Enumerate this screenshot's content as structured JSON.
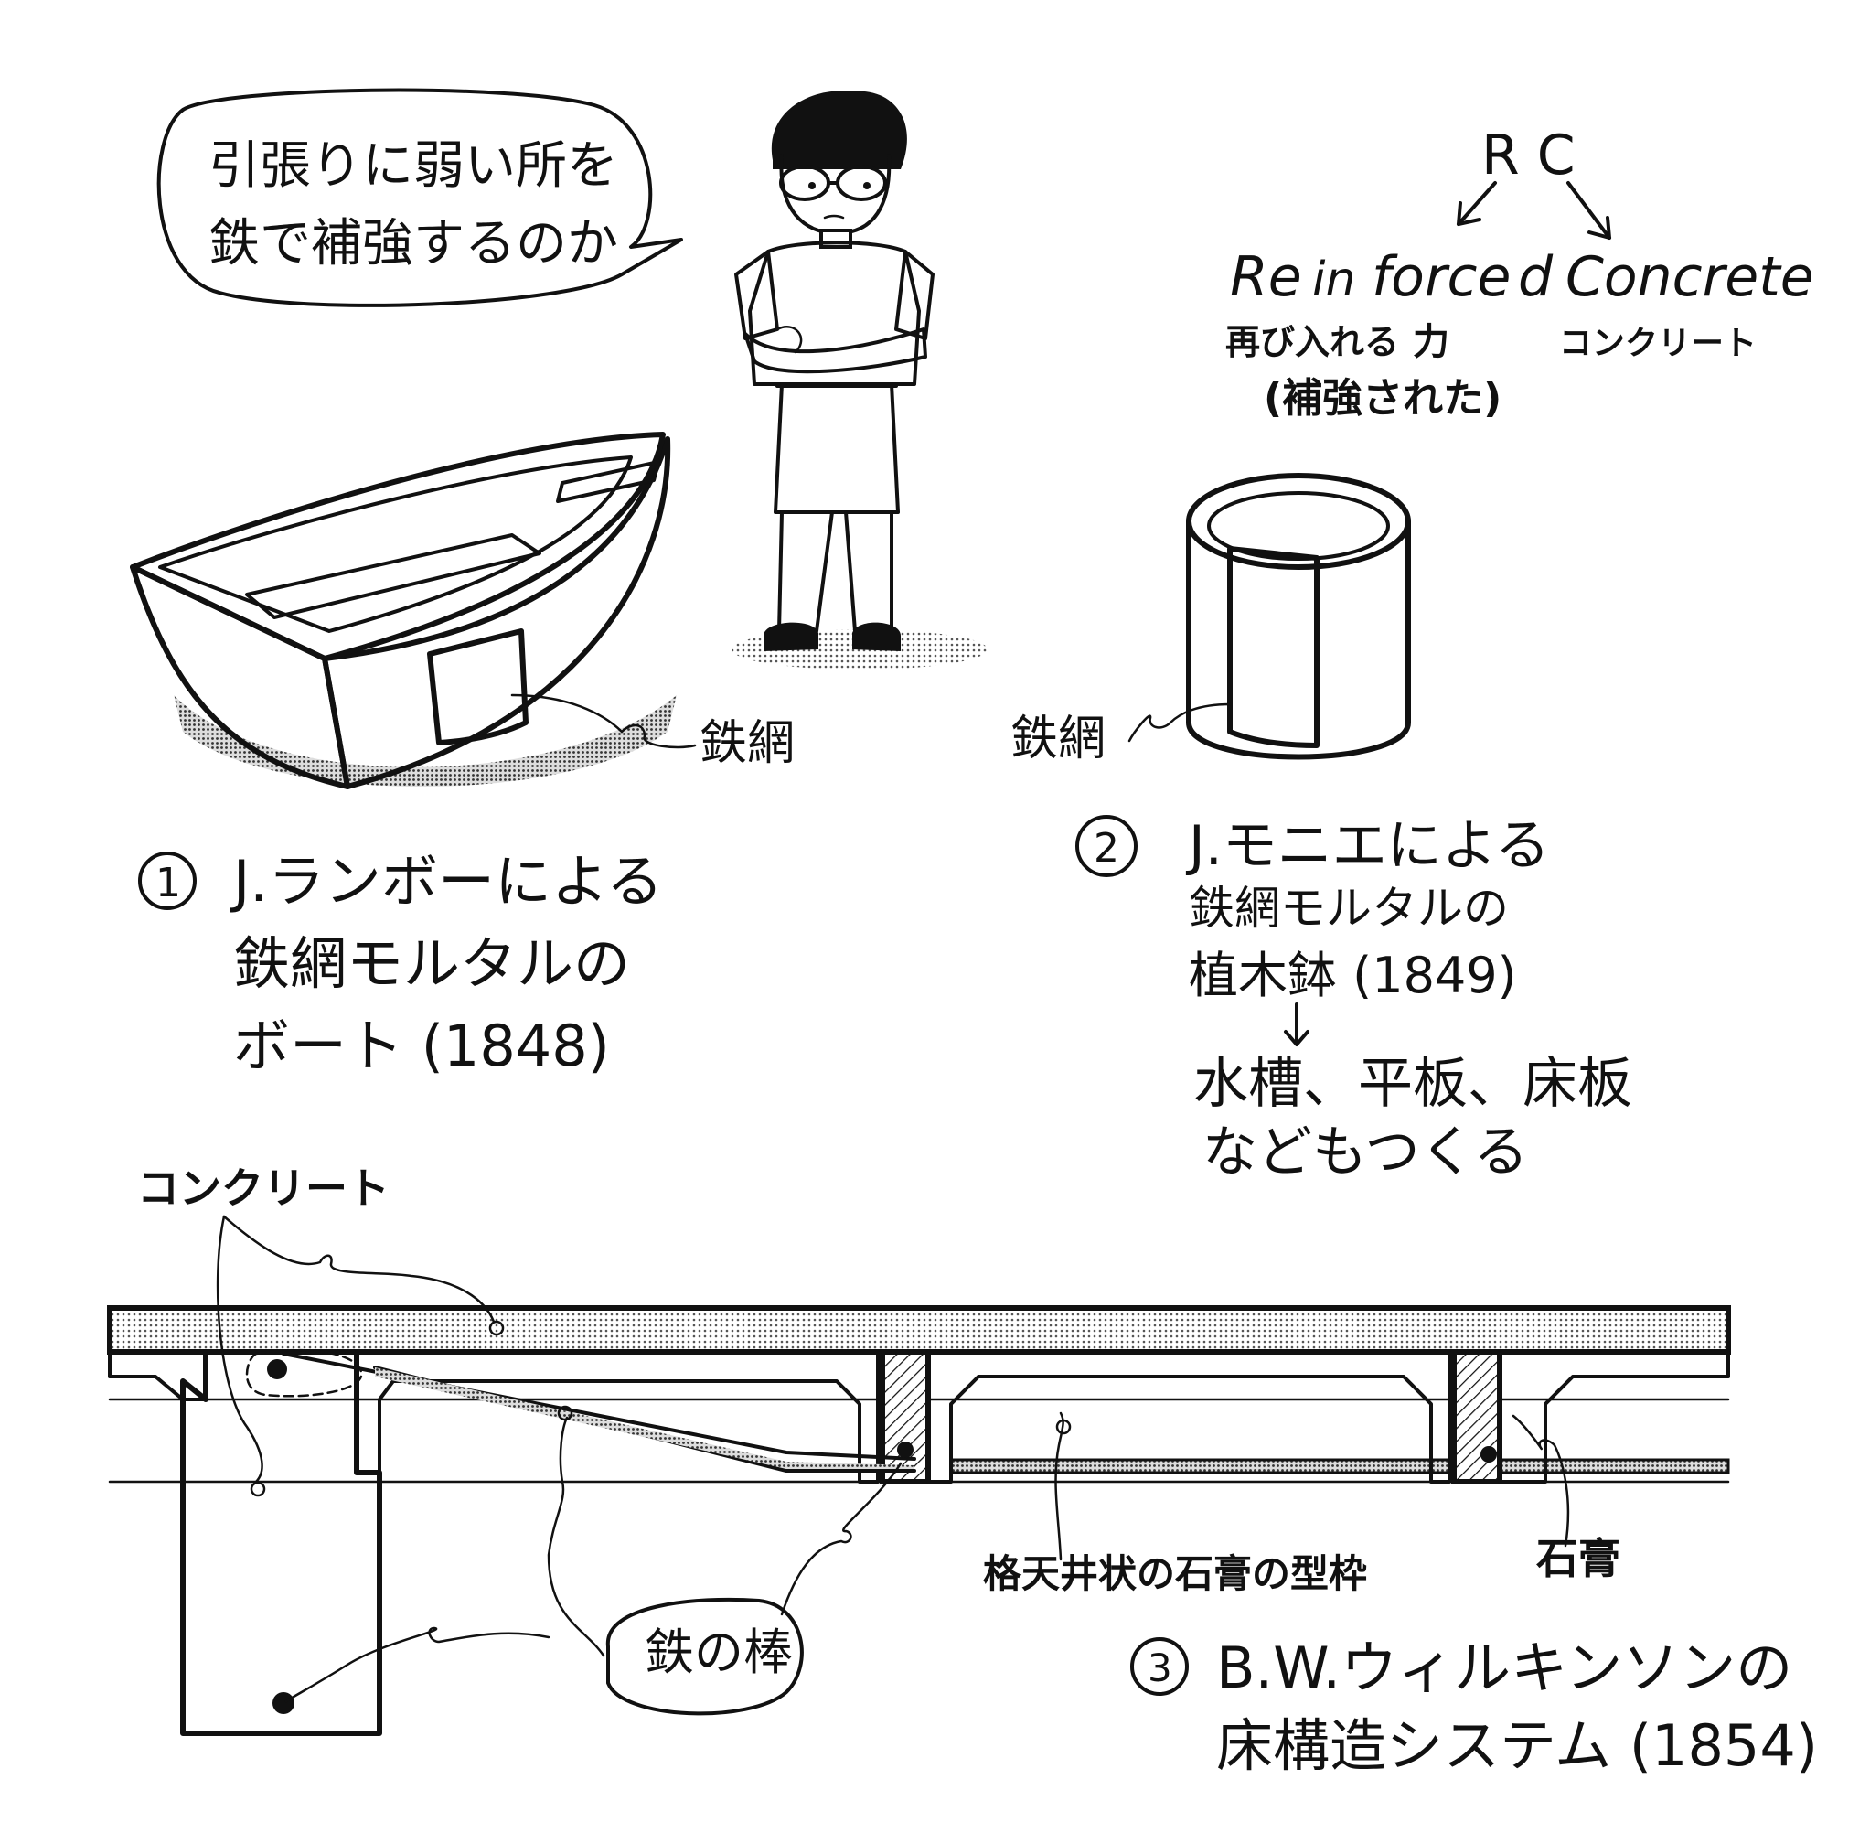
{
  "speech_bubble": {
    "line1": "引張りに弱い所を",
    "line2": "鉄で補強するのか"
  },
  "rc_note": {
    "abbr": "R C",
    "word_re": "Re",
    "word_in": "in",
    "word_force": "force",
    "word_d": "d",
    "word_concrete": "Concrete",
    "gloss_re_in": "再び入れる",
    "gloss_force": "力",
    "gloss_concrete": "コンクリート",
    "gloss_reinforced": "(補強された)"
  },
  "item1": {
    "number": "①",
    "line1": "J.ランボーによる",
    "line2": "鉄網モルタルの",
    "line3": "ボート (1848)",
    "label_mesh": "鉄網"
  },
  "item2": {
    "number": "②",
    "line1": "J.モニエによる",
    "line2": "鉄網モルタルの",
    "line3": "植木鉢 (1849)",
    "line4": "水槽、平板、床板",
    "line5": "などもつくる",
    "label_mesh": "鉄網"
  },
  "item3": {
    "number": "③",
    "line1": "B.W.ウィルキンソンの",
    "line2": "床構造システム (1854)",
    "label_concrete": "コンクリート",
    "label_iron_bar": "鉄の棒",
    "label_formwork": "格天井状の石膏の型枠",
    "label_plaster": "石膏"
  }
}
